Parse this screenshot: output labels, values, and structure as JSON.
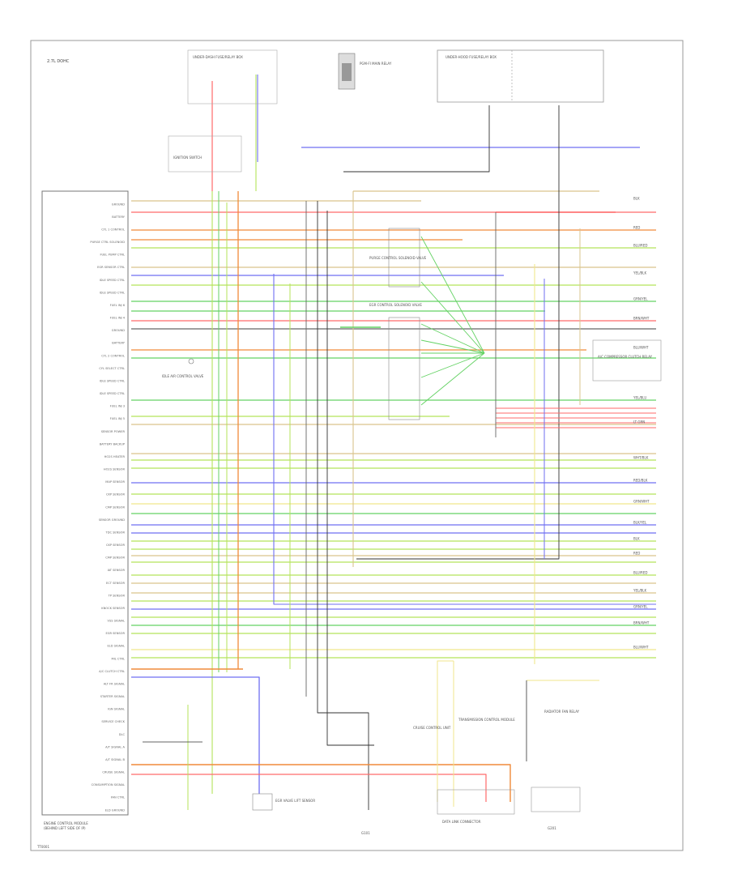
{
  "diagram": {
    "header_label": "2.7L DOHC",
    "footer_label": "TT0001",
    "ecm_label_lines": [
      "ENGINE CONTROL MODULE",
      "(BEHIND LEFT SIDE OF IP)"
    ],
    "colors": {
      "red": "#ff6a6a",
      "orange": "#f08a3a",
      "yellow_green": "#b5e35a",
      "green": "#64d264",
      "blue": "#6f6ff2",
      "tan": "#d9c48c",
      "gray": "#666666",
      "dark": "#333333",
      "light_yellow": "#f0e68c",
      "outline": "#888888"
    },
    "ecm_pins": [
      "GROUND",
      "BATTERY",
      "CYL 1 CONTROL",
      "PURGE CTRL SOLENOID",
      "FUEL PUMP CTRL",
      "EGR SENSOR CTRL",
      "IDLE SPEED CTRL",
      "IDLE SPEED CTRL",
      "FUEL INJ 6",
      "FUEL INJ 4",
      "GROUND",
      "BATTERY",
      "CYL 2 CONTROL",
      "CYL SELECT CTRL",
      "IDLE SPEED CTRL",
      "IDLE SPEED CTRL",
      "FUEL INJ 3",
      "FUEL INJ 5",
      "SENSOR POWER",
      "BATTERY BACKUP",
      "HO2S HEATER",
      "HO2S SENSOR",
      "MAP SENSOR",
      "CKP SENSOR",
      "CMP SENSOR",
      "SENSOR GROUND",
      "TDC SENSOR",
      "CKP SENSOR",
      "CMP SENSOR",
      "IAT SENSOR",
      "ECT SENSOR",
      "TP SENSOR",
      "KNOCK SENSOR",
      "VSS SIGNAL",
      "EGR SENSOR",
      "ELD SIGNAL",
      "MIL CTRL",
      "A/C CLUTCH CTRL",
      "ALT FR SIGNAL",
      "STARTER SIGNAL",
      "IGN SIGNAL",
      "SERVICE CHECK",
      "DLC",
      "A/T SIGNAL A",
      "A/T SIGNAL B",
      "CRUISE SIGNAL",
      "CONSUMPTION SIGNAL",
      "FAN CTRL",
      "ELD GROUND"
    ],
    "components": {
      "fuse_box": "UNDER-DASH FUSE/RELAY BOX",
      "ignition_switch": "IGNITION SWITCH",
      "main_relay": "PGM-FI MAIN RELAY",
      "under_hood_fuse": "UNDER-HOOD FUSE/RELAY BOX",
      "purge_solenoid": "PURGE CONTROL SOLENOID VALVE",
      "egr_valve": "EGR CONTROL SOLENOID VALVE",
      "ac_relay": "A/C COMPRESSOR CLUTCH RELAY",
      "idle_control": "IDLE AIR CONTROL VALVE",
      "egr_sensor": "EGR VALVE LIFT SENSOR",
      "tcm": "TRANSMISSION CONTROL MODULE",
      "cruise": "CRUISE CONTROL UNIT",
      "dlc": "DATA LINK CONNECTOR",
      "fan_relay": "RADIATOR FAN RELAY",
      "left_ground": "G101",
      "right_ground": "G201"
    },
    "wire_labels": [
      "BLK",
      "RED",
      "BLU/RED",
      "YEL/BLK",
      "GRN/YEL",
      "BRN/WHT",
      "BLU/WHT",
      "YEL/BLU",
      "LT GRN",
      "WHT/BLK",
      "RED/BLK",
      "GRN/WHT",
      "BLK/YEL"
    ]
  }
}
